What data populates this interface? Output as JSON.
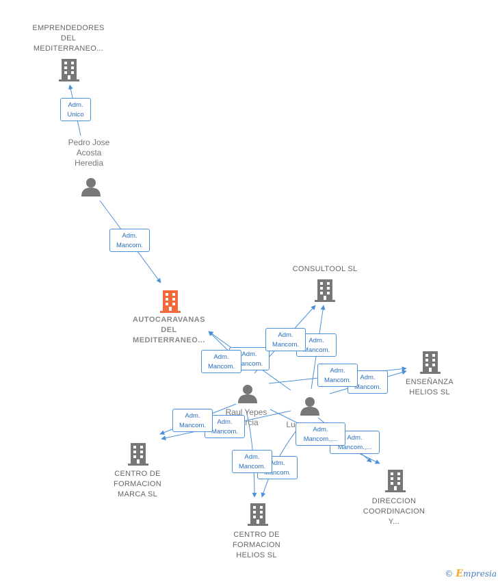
{
  "nodes": {
    "emprendedores": {
      "label": "EMPRENDEDORES\nDEL\nMEDITERRANEO...",
      "type": "company"
    },
    "pedro": {
      "label": "Pedro Jose\nAcosta\nHeredia",
      "type": "person"
    },
    "autocaravanas": {
      "label": "AUTOCARAVANAS\nDEL\nMEDITERRANEO...",
      "type": "company-main"
    },
    "consultool": {
      "label": "CONSULTOOL SL",
      "type": "company"
    },
    "ensenanza": {
      "label": "ENSEÑANZA\nHELIOS  SL",
      "type": "company"
    },
    "raul": {
      "label": "Raul Yepes\nGarcia",
      "type": "person"
    },
    "luis": {
      "label": "Lu...",
      "type": "person"
    },
    "centro_marca": {
      "label": "CENTRO DE\nFORMACION\nMARCA  SL",
      "type": "company"
    },
    "centro_helios": {
      "label": "CENTRO DE\nFORMACION\nHELIOS  SL",
      "type": "company"
    },
    "direccion": {
      "label": "DIRECCION\nCOORDINACION\nY...",
      "type": "company"
    }
  },
  "edges": [
    {
      "label": "Adm.\nUnico"
    },
    {
      "label": "Adm.\nMancom."
    },
    {
      "label": "Adm.\nMancom."
    },
    {
      "label": "Adm.\nMancom."
    },
    {
      "label": "Adm.\nMancom."
    },
    {
      "label": "Adm.\nMancom."
    },
    {
      "label": "Adm.\nMancom."
    },
    {
      "label": "Adm.\nMancom."
    },
    {
      "label": "Adm.\nMancom."
    },
    {
      "label": "Adm.\nMancom."
    },
    {
      "label": "Adm.\nMancom.,..."
    },
    {
      "label": "Adm.\nMancom.,..."
    },
    {
      "label": "Adm.\nMancom."
    },
    {
      "label": "Adm.\nMancom."
    }
  ],
  "footer": {
    "copyright": "©",
    "brand_first": "E",
    "brand_rest": "mpresia"
  },
  "colors": {
    "edge": "#4a90d9",
    "company_icon": "#777777",
    "main_icon": "#f26a3b",
    "person_icon": "#777777"
  }
}
